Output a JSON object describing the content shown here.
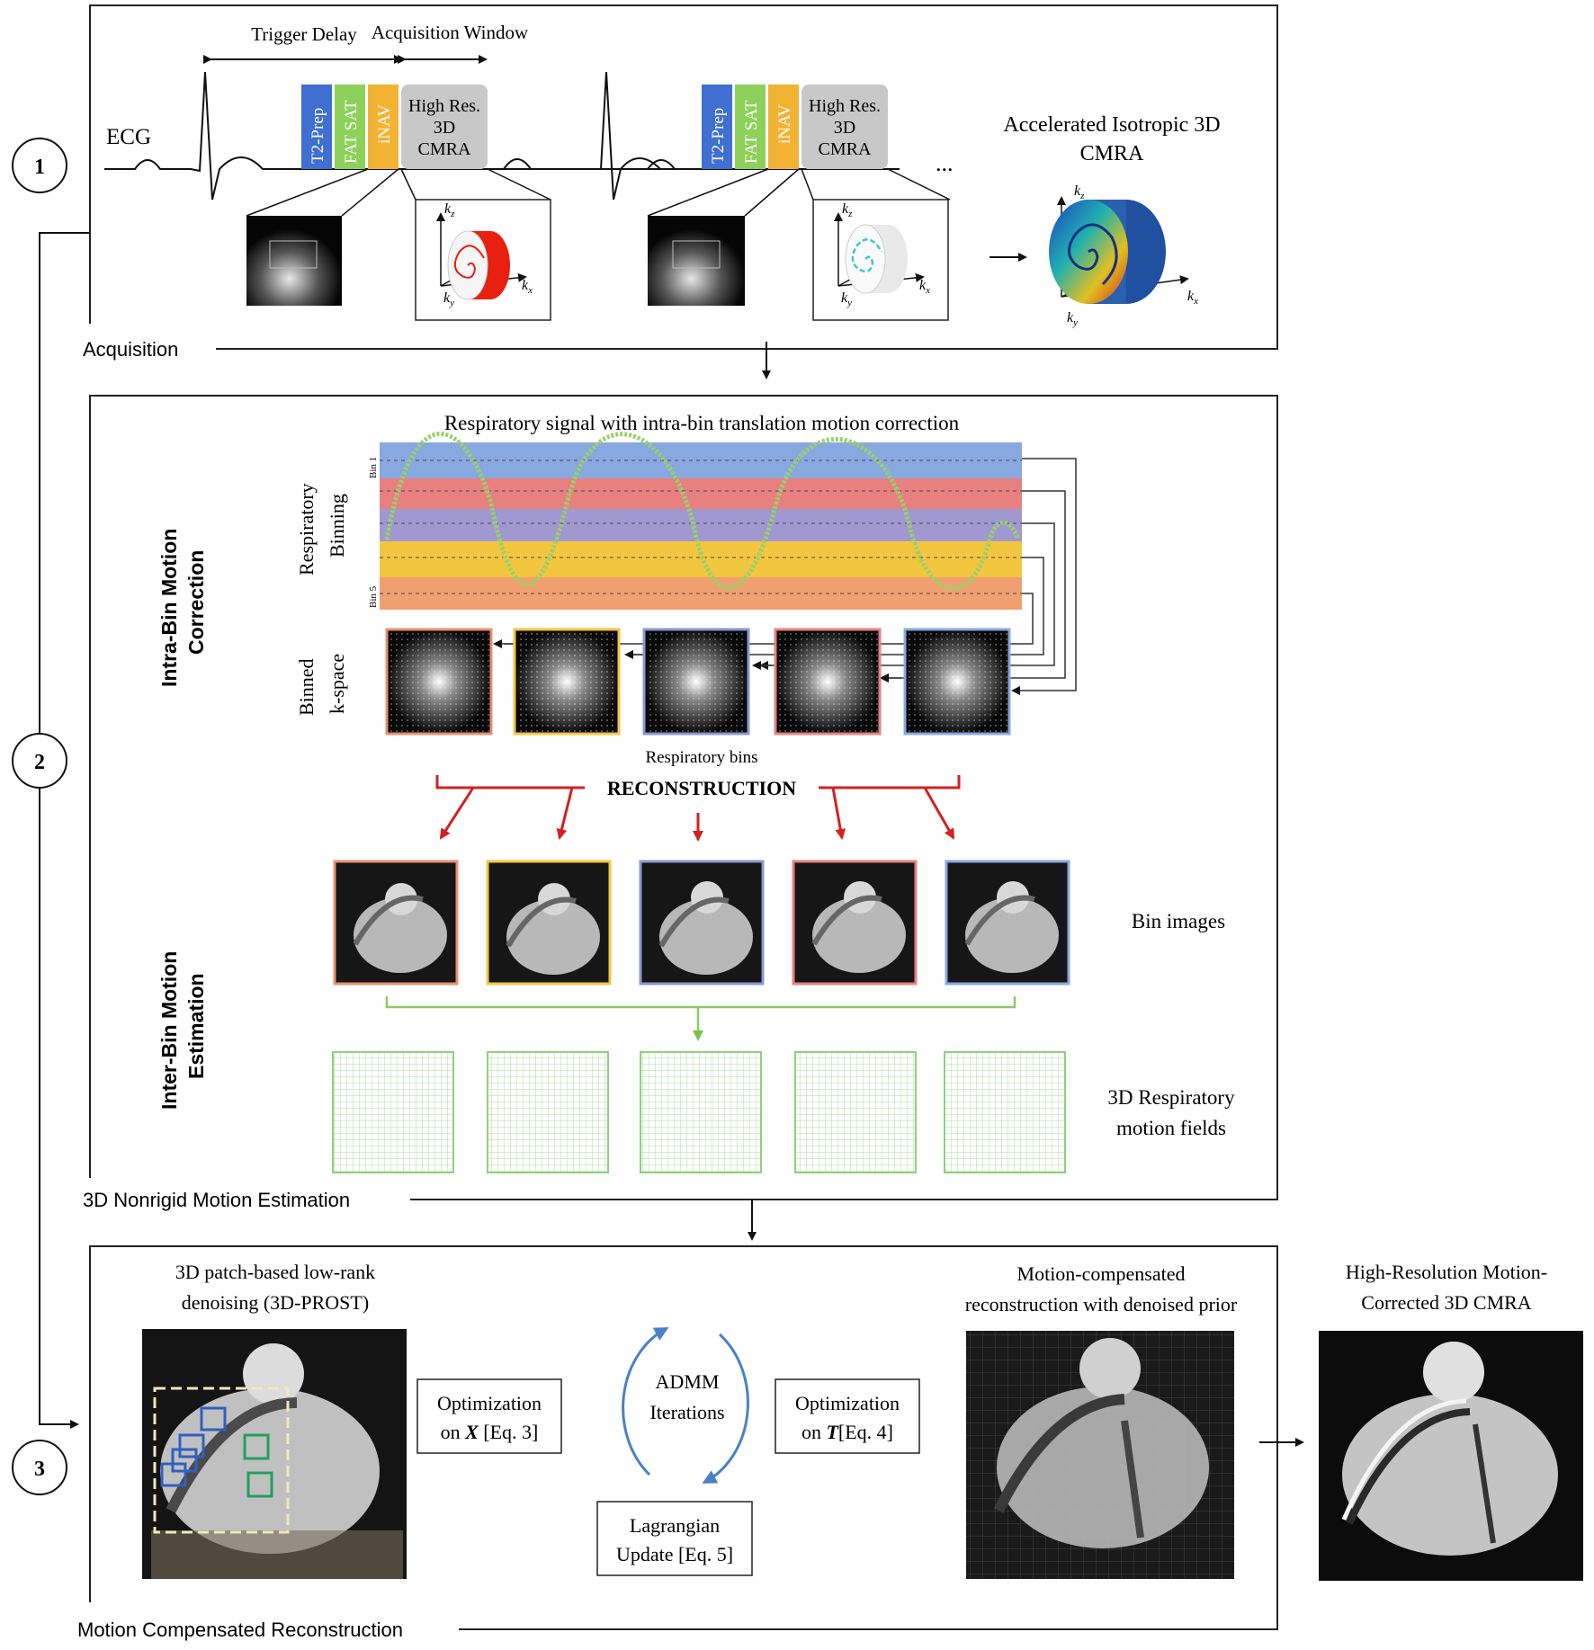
{
  "steps": {
    "one": "1",
    "two": "2",
    "three": "3"
  },
  "acquisition": {
    "section_label": "Acquisition",
    "trigger_delay": "Trigger Delay",
    "acquisition_window": "Acquisition Window",
    "ecg": "ECG",
    "blocks": {
      "t2prep": "T2-Prep",
      "fatsat": "FAT SAT",
      "inav": "iNAV",
      "highres_l1": "High Res.",
      "highres_l2": "3D",
      "highres_l3": "CMRA"
    },
    "accel_l1": "Accelerated Isotropic 3D",
    "accel_l2": "CMRA",
    "axes": {
      "kz": "k",
      "kz_sub": "z",
      "ky": "k",
      "ky_sub": "y",
      "kx": "k",
      "kx_sub": "x"
    },
    "ellipsis": "...",
    "colors": {
      "t2prep": "#3f6fd0",
      "fatsat": "#8dd05a",
      "inav": "#f2b233",
      "highres": "#c8c8c8"
    }
  },
  "motion": {
    "section_label": "3D Nonrigid Motion Estimation",
    "resp_title": "Respiratory signal with intra-bin translation motion correction",
    "resp_binning_l1": "Respiratory",
    "resp_binning_l2": "Binning",
    "bin1": "Bin 1",
    "bin5": "Bin 5",
    "binned_l1": "Binned",
    "binned_l2": "k-space",
    "resp_bins": "Respiratory bins",
    "reconstruction": "RECONSTRUCTION",
    "intra_l1": "Intra-Bin Motion",
    "intra_l2": "Correction",
    "inter_l1": "Inter-Bin Motion",
    "inter_l2": "Estimation",
    "bin_images": "Bin images",
    "fields_l1": "3D Respiratory",
    "fields_l2": "motion fields",
    "bin_colors": [
      "#e89070",
      "#f3c640",
      "#8898d0",
      "#e88080",
      "#88a8e0"
    ]
  },
  "recon": {
    "section_label": "Motion Compensated Reconstruction",
    "prost_l1": "3D patch-based low-rank",
    "prost_l2": "denoising (3D-PROST)",
    "mc_l1": "Motion-compensated",
    "mc_l2": "reconstruction with denoised prior",
    "final_l1": "High-Resolution Motion-",
    "final_l2": "Corrected 3D CMRA",
    "opt_x_l1": "Optimization",
    "opt_x_l2_pre": "on ",
    "opt_x_var": "X",
    "opt_x_l2_post": " [Eq. 3]",
    "opt_t_l1": "Optimization",
    "opt_t_l2_pre": "on ",
    "opt_t_var": "T",
    "opt_t_l2_post": "[Eq. 4]",
    "admm_l1": "ADMM",
    "admm_l2": "Iterations",
    "lag_l1": "Lagrangian",
    "lag_l2": "Update [Eq. 5]"
  }
}
